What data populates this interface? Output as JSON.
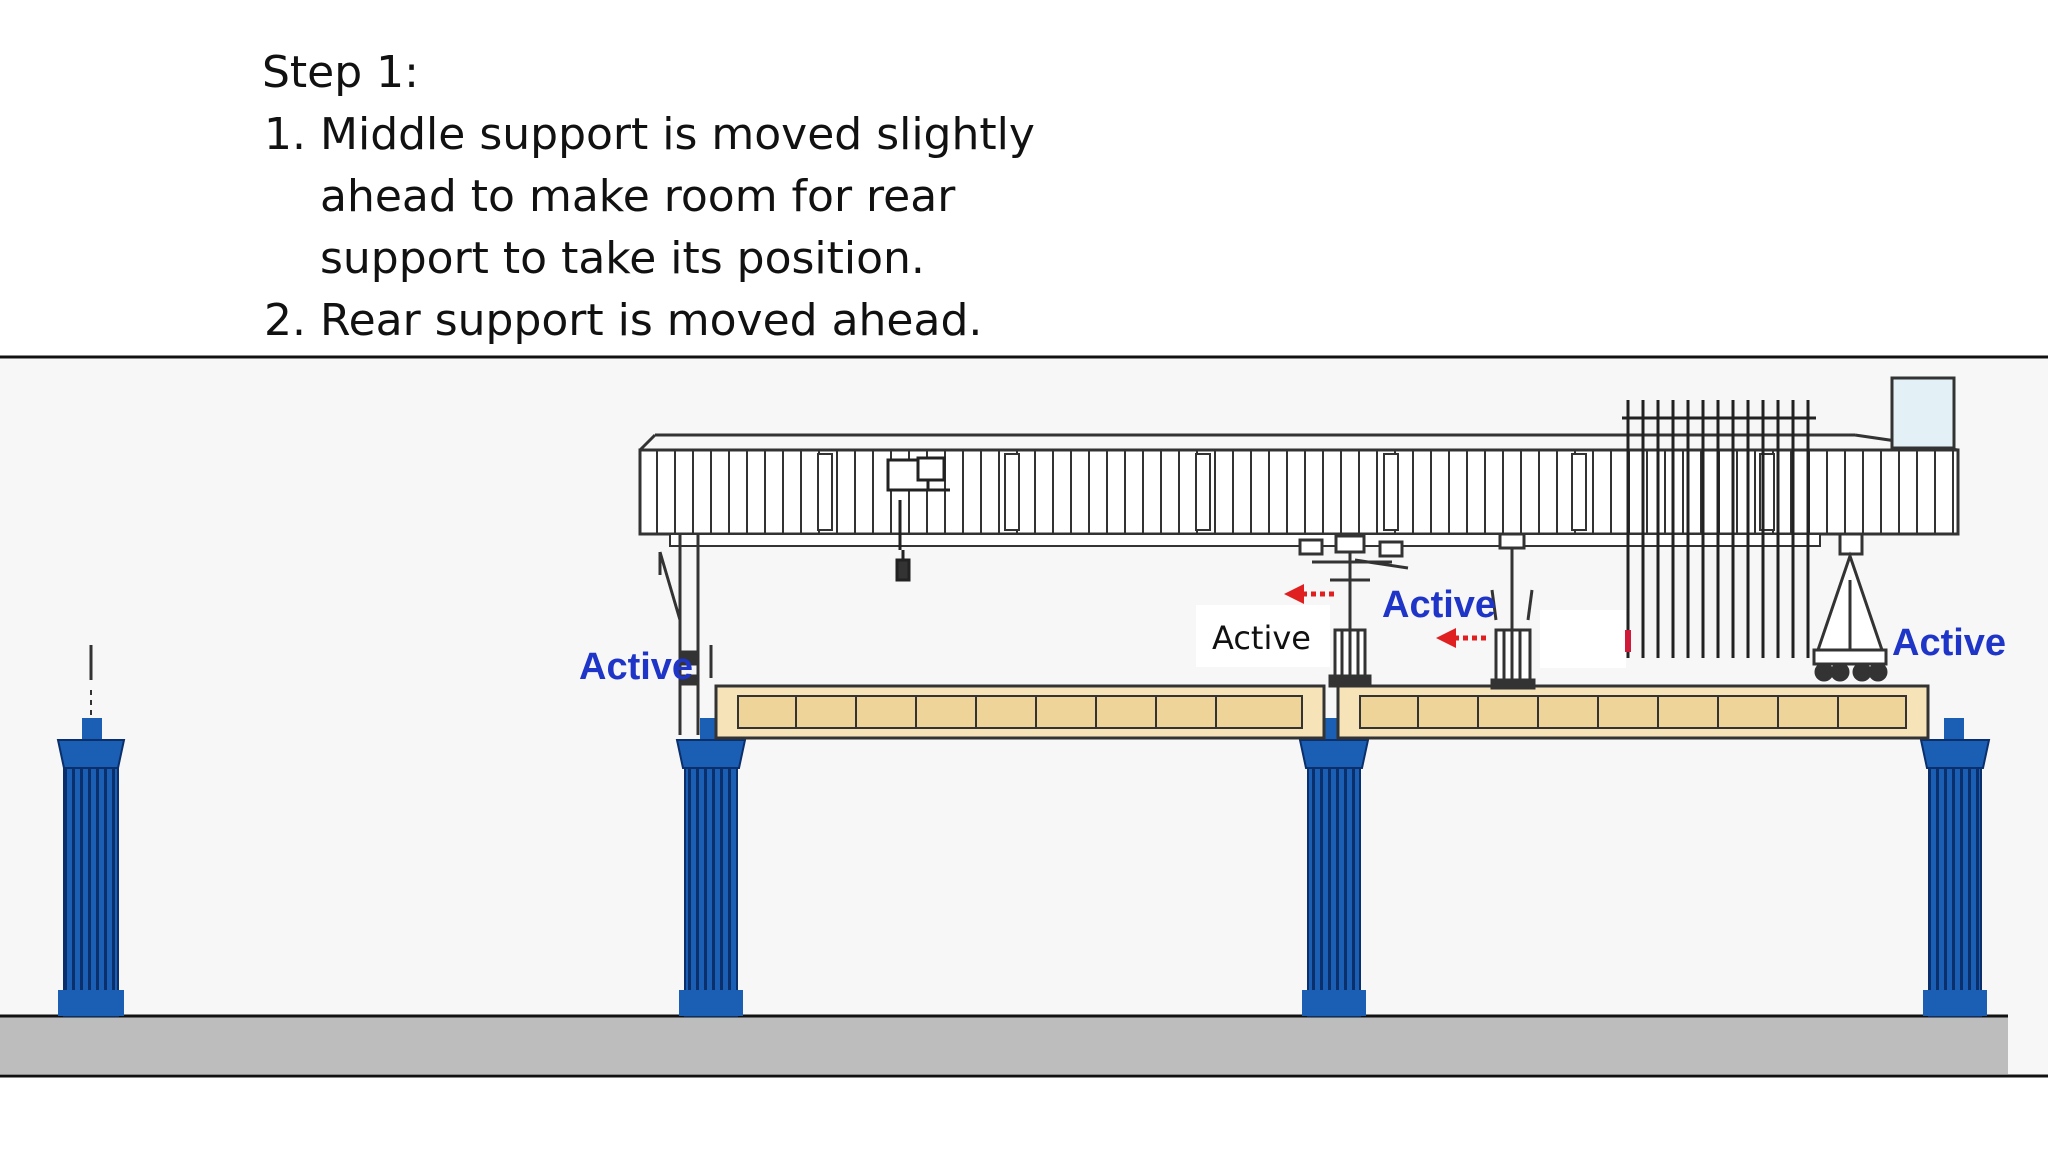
{
  "step": {
    "heading": "Step 1:",
    "items": [
      "Middle support is moved slightly ahead to make room for rear support to take its position.",
      "Rear support is moved ahead."
    ]
  },
  "labels": {
    "active_left": "Active",
    "active_middle": "Active",
    "active_boxed": "Active",
    "active_right": "Active"
  },
  "colors": {
    "pier_blue": "#1a5fb4",
    "pier_dark": "#0b2f6b",
    "label_blue": "#1f35c8",
    "arrow_red": "#e02020",
    "girder_beige": "#f6e3b8",
    "ground_gray": "#bdbdbd"
  }
}
